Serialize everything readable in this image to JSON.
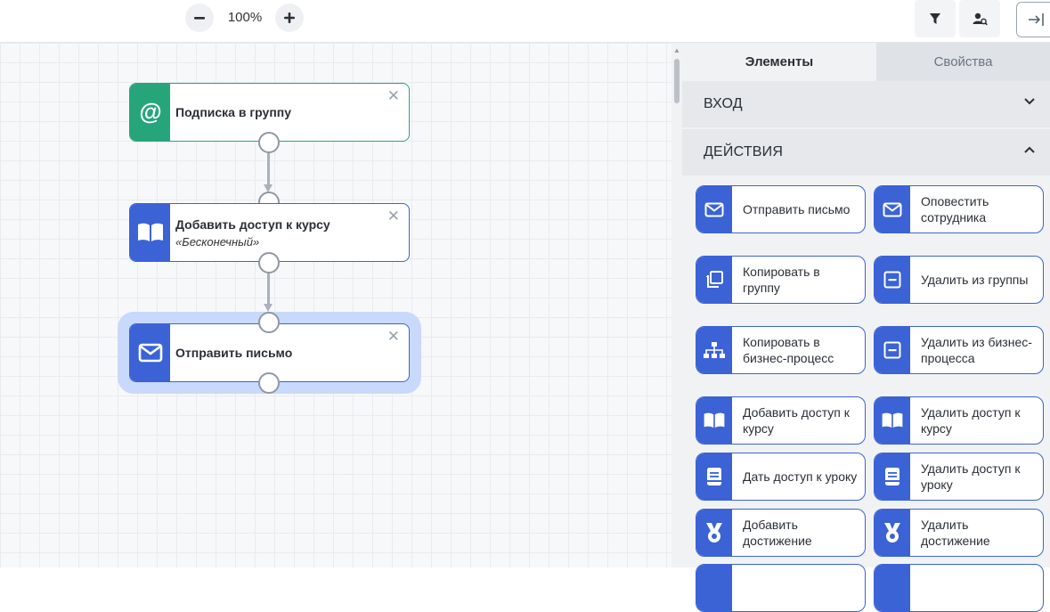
{
  "toolbar": {
    "zoom_level": "100%",
    "zoom_out_icon": "minus-icon",
    "zoom_in_icon": "plus-icon",
    "filter_icon": "filter-icon",
    "user_search_icon": "user-search-icon",
    "collapse_icon": "collapse-panel-icon"
  },
  "flow": {
    "nodes": [
      {
        "title": "Подписка в группу",
        "subtitle": "",
        "icon": "at-sign-icon",
        "color": "#27a57a"
      },
      {
        "title": "Добавить доступ к курсу",
        "subtitle": "«Бесконечный»",
        "icon": "book-icon",
        "color": "#3b63d6"
      },
      {
        "title": "Отправить письмо",
        "subtitle": "",
        "icon": "envelope-icon",
        "color": "#3b63d6"
      }
    ]
  },
  "panel": {
    "tabs": [
      {
        "label": "Элементы",
        "active": true
      },
      {
        "label": "Свойства",
        "active": false
      }
    ],
    "sections": [
      {
        "label": "ВХОД",
        "expanded": false
      },
      {
        "label": "ДЕЙСТВИЯ",
        "expanded": true
      }
    ],
    "actions": [
      {
        "label": "Отправить письмо",
        "icon": "envelope-icon"
      },
      {
        "label": "Оповестить сотрудника",
        "icon": "envelope-icon"
      },
      {
        "label": "Копировать в группу",
        "icon": "copy-icon"
      },
      {
        "label": "Удалить из группы",
        "icon": "minus-square-icon"
      },
      {
        "label": "Копировать в бизнес-процесс",
        "icon": "hierarchy-icon"
      },
      {
        "label": "Удалить из бизнес-процесса",
        "icon": "minus-square-icon"
      },
      {
        "label": "Добавить доступ к курсу",
        "icon": "book-icon"
      },
      {
        "label": "Удалить доступ к курсу",
        "icon": "book-icon"
      },
      {
        "label": "Дать доступ к уроку",
        "icon": "lesson-icon"
      },
      {
        "label": "Удалить доступ к уроку",
        "icon": "lesson-icon"
      },
      {
        "label": "Добавить достижение",
        "icon": "medal-icon"
      },
      {
        "label": "Удалить достижение",
        "icon": "medal-icon"
      }
    ]
  },
  "colors": {
    "accent": "#3b63d6",
    "entry_node": "#27a57a",
    "selection": "#c9d9fb"
  }
}
